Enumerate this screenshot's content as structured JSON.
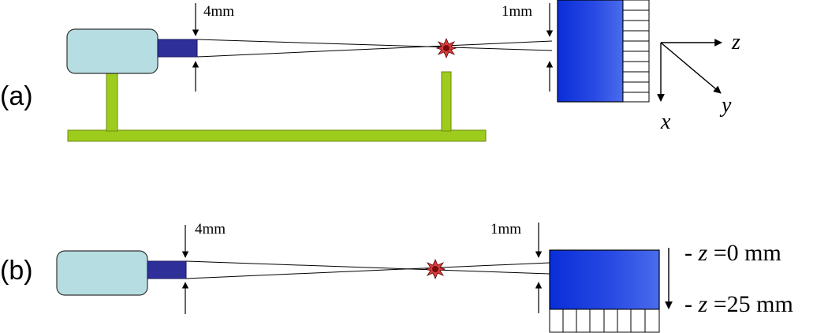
{
  "panels": {
    "a": {
      "label": "(a)",
      "aperture_label": "4mm",
      "detector_gap_label": "1mm"
    },
    "b": {
      "label": "(b)",
      "aperture_label": "4mm",
      "detector_gap_label": "1mm"
    }
  },
  "axes": {
    "z": "z",
    "x": "x",
    "y": "y"
  },
  "depth_labels": {
    "top": {
      "prefix": "- ",
      "var": "z",
      "value": " =0 mm"
    },
    "bottom": {
      "prefix": "- ",
      "var": "z",
      "value": " =25 mm"
    }
  },
  "colors": {
    "source_body": "#b6dde2",
    "collimator": "#2f2f9a",
    "detector_dark": "#0a2ed8",
    "detector_light": "#3c60e8",
    "stand": "#9dcc1c",
    "sample": "#d93d3d"
  }
}
